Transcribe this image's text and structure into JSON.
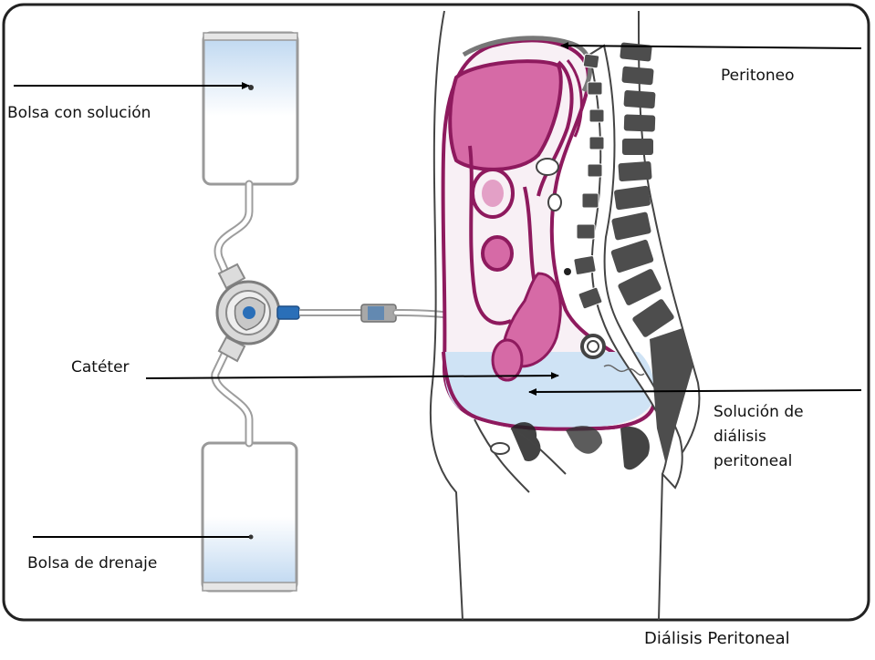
{
  "labels": {
    "bag_solution": "Bolsa con solución",
    "bag_drain": "Bolsa de drenaje",
    "catheter": "Catéter",
    "peritoneum": "Peritoneo",
    "dialysis_solution": [
      "Solución de",
      "diálisis",
      "peritoneal"
    ]
  },
  "caption": "Diálisis Peritoneal",
  "colors": {
    "frame": "#222222",
    "solution_blue": "#cfe3f5",
    "peritoneum_magenta": "#8e1a5e",
    "organ_pink": "#d66aa6",
    "spine_dark": "#4d4d4d",
    "connector_blue": "#2a6fb8",
    "tube_gray": "#b9b9b9"
  }
}
